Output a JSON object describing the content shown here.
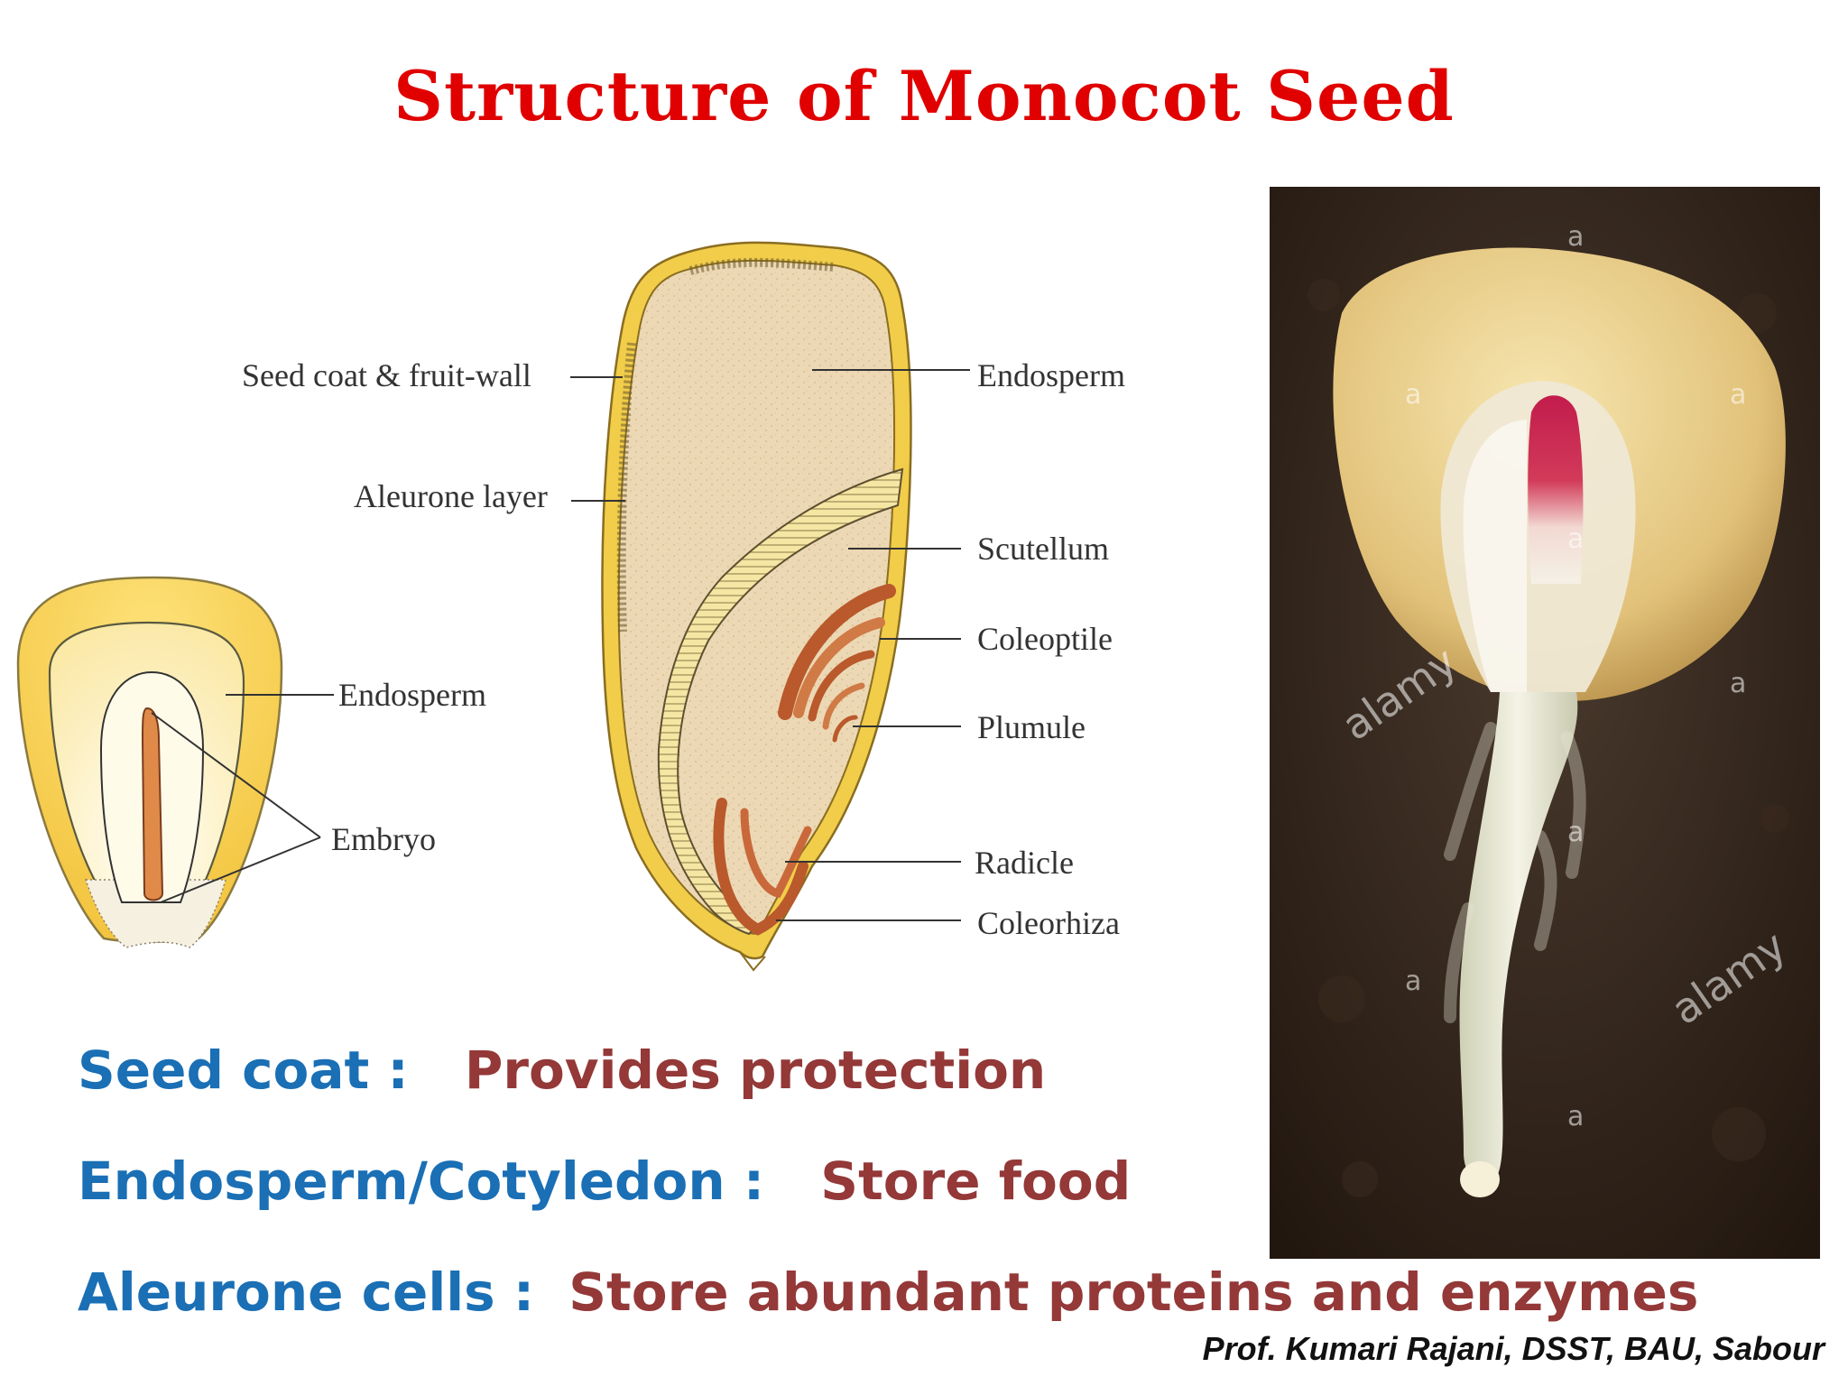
{
  "title": "Structure of Monocot Seed",
  "diagram_labels": {
    "seed_coat": "Seed coat & fruit-wall",
    "aleurone": "Aleurone layer",
    "endosperm_right": "Endosperm",
    "scutellum": "Scutellum",
    "coleoptile": "Coleoptile",
    "plumule": "Plumule",
    "radicle": "Radicle",
    "coleorhiza": "Coleorhiza",
    "endosperm_left": "Endosperm",
    "embryo": "Embryo"
  },
  "photo": {
    "watermark_small": "a",
    "watermark_brand": "alamy"
  },
  "facts": [
    {
      "term": "Seed coat :",
      "desc": "Provides protection"
    },
    {
      "term": "Endosperm/Cotyledon :",
      "desc": "Store food"
    },
    {
      "term": "Aleurone cells :",
      "desc": "Store abundant proteins and enzymes"
    }
  ],
  "credit": "Prof. Kumari Rajani, DSST, BAU, Sabour",
  "colors": {
    "title": "#e00000",
    "term": "#1a6fb5",
    "desc": "#943838",
    "seed_fill": "#ecd8b2",
    "seed_coat": "#e3b93a",
    "embryo": "#c96a3c"
  }
}
